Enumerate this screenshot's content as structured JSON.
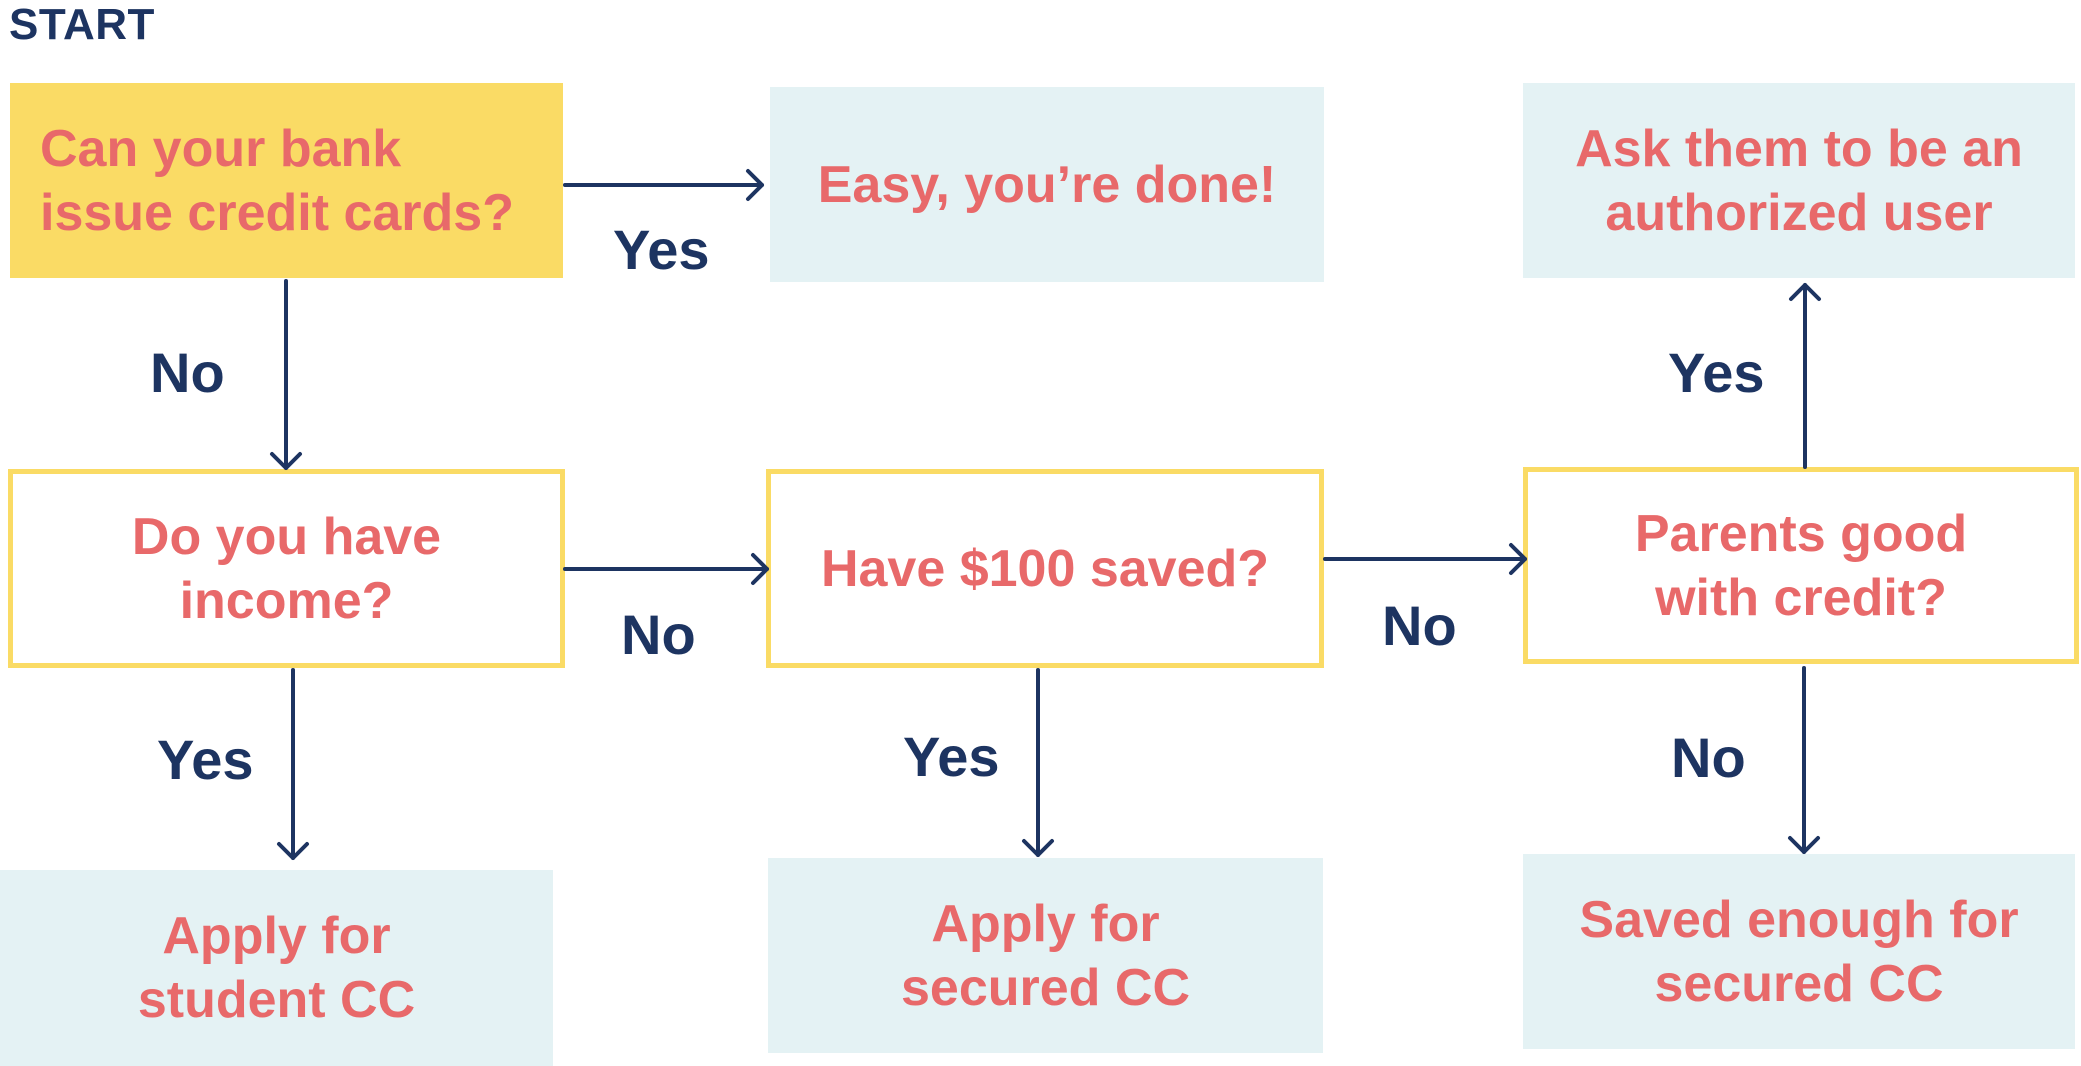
{
  "start_label": "START",
  "nodes": {
    "bank_question": "Can your bank\nissue credit cards?",
    "easy_done": "Easy, you’re done!",
    "authorized_user": "Ask them to be an\nauthorized user",
    "income_question": "Do you have\nincome?",
    "saved_question": "Have $100 saved?",
    "parents_question": "Parents good\nwith credit?",
    "student_cc": "Apply for\nstudent CC",
    "secured_cc": "Apply for\nsecured CC",
    "saved_enough": "Saved enough for\nsecured CC"
  },
  "edges": {
    "bank_to_done": "Yes",
    "bank_to_income": "No",
    "income_to_student": "Yes",
    "income_to_saved": "No",
    "saved_to_secured": "Yes",
    "saved_to_parents": "No",
    "parents_to_authorized": "Yes",
    "parents_to_saved_enough": "No"
  },
  "colors": {
    "question_fill": "#fadb65",
    "question_border": "#fadb65",
    "answer_fill": "#e4f2f4",
    "node_text": "#e8696a",
    "edge": "#1d3461"
  }
}
